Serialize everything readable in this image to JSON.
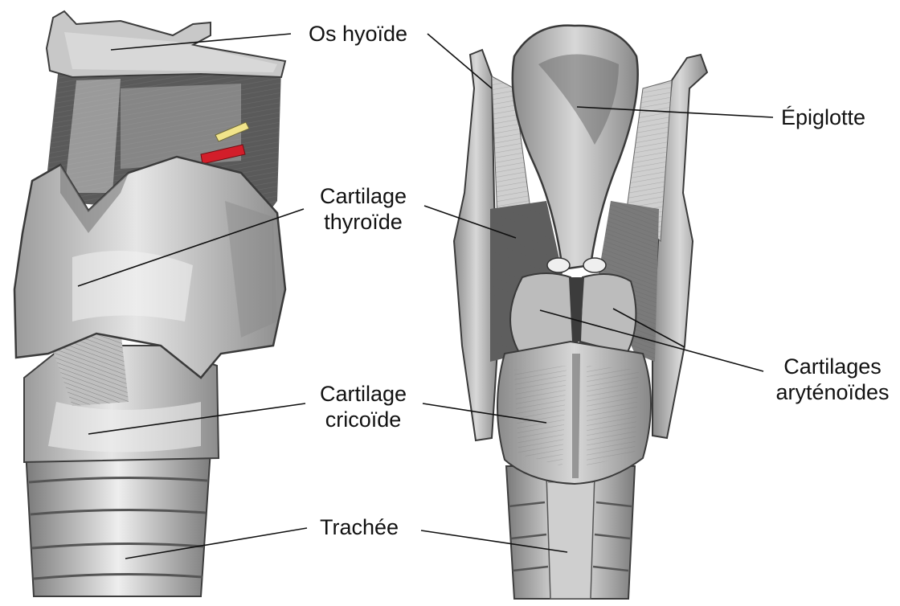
{
  "labels": {
    "os_hyoide": "Os hyoïde",
    "epiglotte": "Épiglotte",
    "cartilage_thyroide_1": "Cartilage",
    "cartilage_thyroide_2": "thyroïde",
    "cartilage_cricoide_1": "Cartilage",
    "cartilage_cricoide_2": "cricoïde",
    "cartilages_arytenoides_1": "Cartilages",
    "cartilages_arytenoides_2": "aryténoïdes",
    "trachee": "Trachée"
  },
  "colors": {
    "background": "#ffffff",
    "engraving_light": "#e4e4e4",
    "engraving_mid": "#b4b4b4",
    "engraving_dark": "#555555",
    "nerve": "#f1e48a",
    "artery": "#d21e2a"
  }
}
